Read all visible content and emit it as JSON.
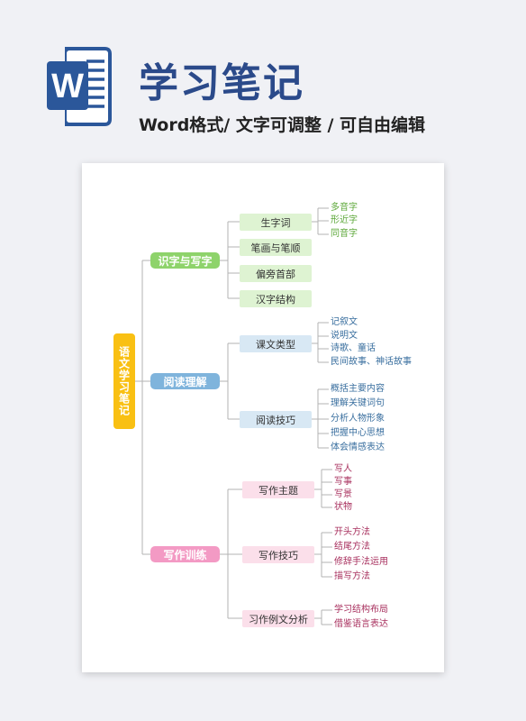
{
  "header": {
    "app_icon": "word-document-icon",
    "icon_letter": "W",
    "title": "学习笔记",
    "subtitle": "Word格式/ 文字可调整 / 可自由编辑"
  },
  "mindmap": {
    "root": "语文学习笔记",
    "branches": [
      {
        "label": "识字与写字",
        "color": "#8ed36b",
        "sub_color": "#def3d2",
        "children": [
          {
            "label": "生字词",
            "leaves": [
              "多音字",
              "形近字",
              "同音字"
            ]
          },
          {
            "label": "笔画与笔顺",
            "leaves": []
          },
          {
            "label": "偏旁首部",
            "leaves": []
          },
          {
            "label": "汉字结构",
            "leaves": []
          }
        ]
      },
      {
        "label": "阅读理解",
        "color": "#7fb4dc",
        "sub_color": "#d8e8f4",
        "children": [
          {
            "label": "课文类型",
            "leaves": [
              "记叙文",
              "说明文",
              "诗歌、童话",
              "民间故事、神话故事"
            ]
          },
          {
            "label": "阅读技巧",
            "leaves": [
              "概括主要内容",
              "理解关键词句",
              "分析人物形象",
              "把握中心思想",
              "体会情感表达"
            ]
          }
        ]
      },
      {
        "label": "写作训练",
        "color": "#f39ac4",
        "sub_color": "#fbdfea",
        "children": [
          {
            "label": "写作主题",
            "leaves": [
              "写人",
              "写事",
              "写景",
              "状物"
            ]
          },
          {
            "label": "写作技巧",
            "leaves": [
              "开头方法",
              "结尾方法",
              "修辞手法运用",
              "描写方法"
            ]
          },
          {
            "label": "习作例文分析",
            "leaves": [
              "学习结构布局",
              "借鉴语言表达"
            ]
          }
        ]
      }
    ]
  }
}
